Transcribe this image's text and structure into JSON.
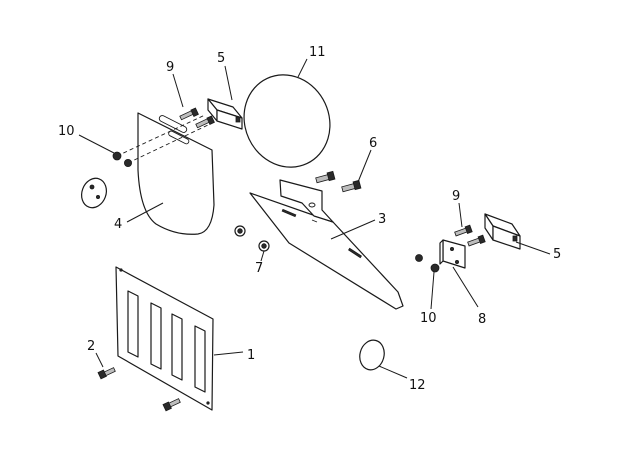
{
  "callouts": {
    "c1": "1",
    "c2": "2",
    "c3": "3",
    "c4": "4",
    "c5a": "5",
    "c5b": "5",
    "c6": "6",
    "c7": "7",
    "c8": "8",
    "c9a": "9",
    "c9b": "9",
    "c10a": "10",
    "c10b": "10",
    "c11": "11",
    "c12": "12"
  }
}
